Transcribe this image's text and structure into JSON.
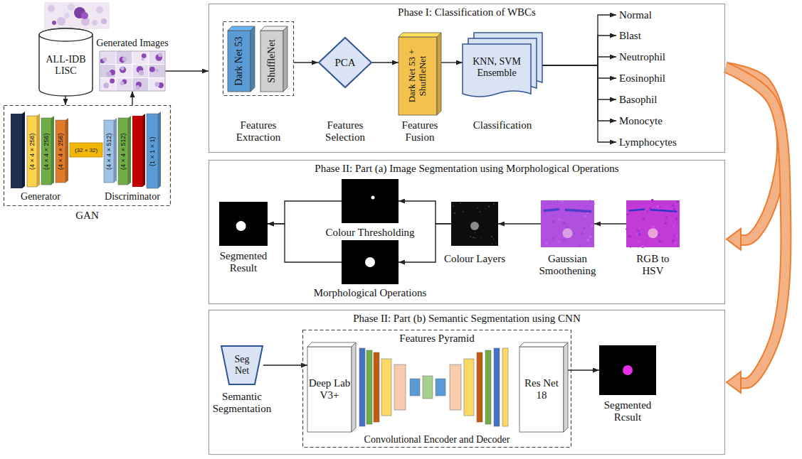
{
  "diagram": {
    "nodes": [
      {
        "text": [
          "ALL-IDB LISC"
        ]
      },
      {
        "text": [
          "Generated Images"
        ]
      },
      {
        "text": [
          "GAN"
        ]
      },
      {
        "text": [
          "(4 × 4 × 256)"
        ],
        "in": 2
      },
      {
        "text": [
          "(4 × 4 × 256)"
        ],
        "in": 2
      },
      {
        "text": [
          "(4 × 4 × 256)"
        ],
        "in": 2
      },
      {
        "text": [
          "(32 × 32)"
        ],
        "in": 2
      },
      {
        "text": [
          "(4 × 4 × 512)"
        ],
        "in": 2
      },
      {
        "text": [
          "(4 × 4 × 512)"
        ],
        "in": 2
      },
      {
        "text": [
          "(1 × 1 × 1)"
        ],
        "in": 2
      },
      {
        "text": [
          "Phase I: Classification of WBCs"
        ]
      },
      {
        "text": [
          "Features Extraction"
        ],
        "in": 10
      },
      {
        "text": [
          "Dark Net 53"
        ],
        "in": 11
      },
      {
        "text": [
          "ShuffleNet"
        ],
        "in": 11
      },
      {
        "text": [
          "PCA",
          "Features Selection"
        ],
        "in": 10
      },
      {
        "text": [
          "Dark Net 53 + ShuffleNet",
          "Features Fusion"
        ],
        "in": 10
      },
      {
        "text": [
          "KNN, SVM Ensemble",
          "Classification"
        ],
        "in": 10
      },
      {
        "text": [
          "Normal"
        ],
        "in": 10
      },
      {
        "text": [
          "Blast"
        ],
        "in": 10
      },
      {
        "text": [
          "Neutrophil"
        ],
        "in": 10
      },
      {
        "text": [
          "Eosinophil"
        ],
        "in": 10
      },
      {
        "text": [
          "Basophil"
        ],
        "in": 10
      },
      {
        "text": [
          "Monocyte"
        ],
        "in": 10
      },
      {
        "text": [
          "Lymphocytes"
        ],
        "in": 10
      },
      {
        "text": [
          "Phase II: Part (a) Image Segmentation using Morphological Operations"
        ]
      },
      {
        "text": [
          "RGB to HSV"
        ],
        "in": 24
      },
      {
        "text": [
          "Gaussian Smoothening"
        ],
        "in": 24
      },
      {
        "text": [
          "Colour Layers"
        ],
        "in": 24
      },
      {
        "text": [
          "Colour Thresholding"
        ],
        "in": 24
      },
      {
        "text": [
          "Morphological Operations"
        ],
        "in": 24
      },
      {
        "text": [
          "Segmented Result"
        ],
        "in": 24
      },
      {
        "text": [
          "Phase II: Part (b) Semantic Segmentation using CNN"
        ]
      },
      {
        "text": [
          "Seg Net",
          "Semantic Segmentation"
        ],
        "in": 31
      },
      {
        "text": [
          "Features Pyramid",
          "Convolutional Encoder and Decoder"
        ],
        "in": 31
      },
      {
        "text": [
          "Deep Lab V3+"
        ],
        "in": 33
      },
      {
        "text": [
          "Res Net 18"
        ],
        "in": 33
      },
      {
        "text": [
          "Segmented Rcsult"
        ],
        "in": 31
      }
    ],
    "edges": [
      {
        "from": 0,
        "to": 2,
        "arrow": "to"
      },
      {
        "from": 2,
        "to": 1,
        "arrow": "to"
      },
      {
        "from": 1,
        "to": 10,
        "arrow": "to"
      },
      {
        "from": 11,
        "to": 14,
        "arrow": "to"
      },
      {
        "from": 14,
        "to": 15,
        "arrow": "to"
      },
      {
        "from": 15,
        "to": 16,
        "arrow": "to"
      },
      {
        "from": 16,
        "to": 17,
        "arrow": "to"
      },
      {
        "from": 16,
        "to": 18,
        "arrow": "to"
      },
      {
        "from": 16,
        "to": 19,
        "arrow": "to"
      },
      {
        "from": 16,
        "to": 20,
        "arrow": "to"
      },
      {
        "from": 16,
        "to": 21,
        "arrow": "to"
      },
      {
        "from": 16,
        "to": 22,
        "arrow": "to"
      },
      {
        "from": 16,
        "to": 23,
        "arrow": "to"
      },
      {
        "from": 10,
        "to": 24,
        "arrow": "to"
      },
      {
        "from": 10,
        "to": 31,
        "arrow": "to"
      },
      {
        "from": 25,
        "to": 26,
        "arrow": "to"
      },
      {
        "from": 26,
        "to": 27,
        "arrow": "to"
      },
      {
        "from": 27,
        "to": 28,
        "arrow": "to"
      },
      {
        "from": 27,
        "to": 29,
        "arrow": "to"
      },
      {
        "from": 28,
        "to": 30,
        "arrow": "to"
      },
      {
        "from": 29,
        "to": 30,
        "arrow": "to"
      },
      {
        "from": 32,
        "to": 34,
        "arrow": "to"
      },
      {
        "from": 35,
        "to": 36,
        "arrow": "to"
      }
    ],
    "labels": [
      "Generator",
      "Discriminator"
    ]
  }
}
